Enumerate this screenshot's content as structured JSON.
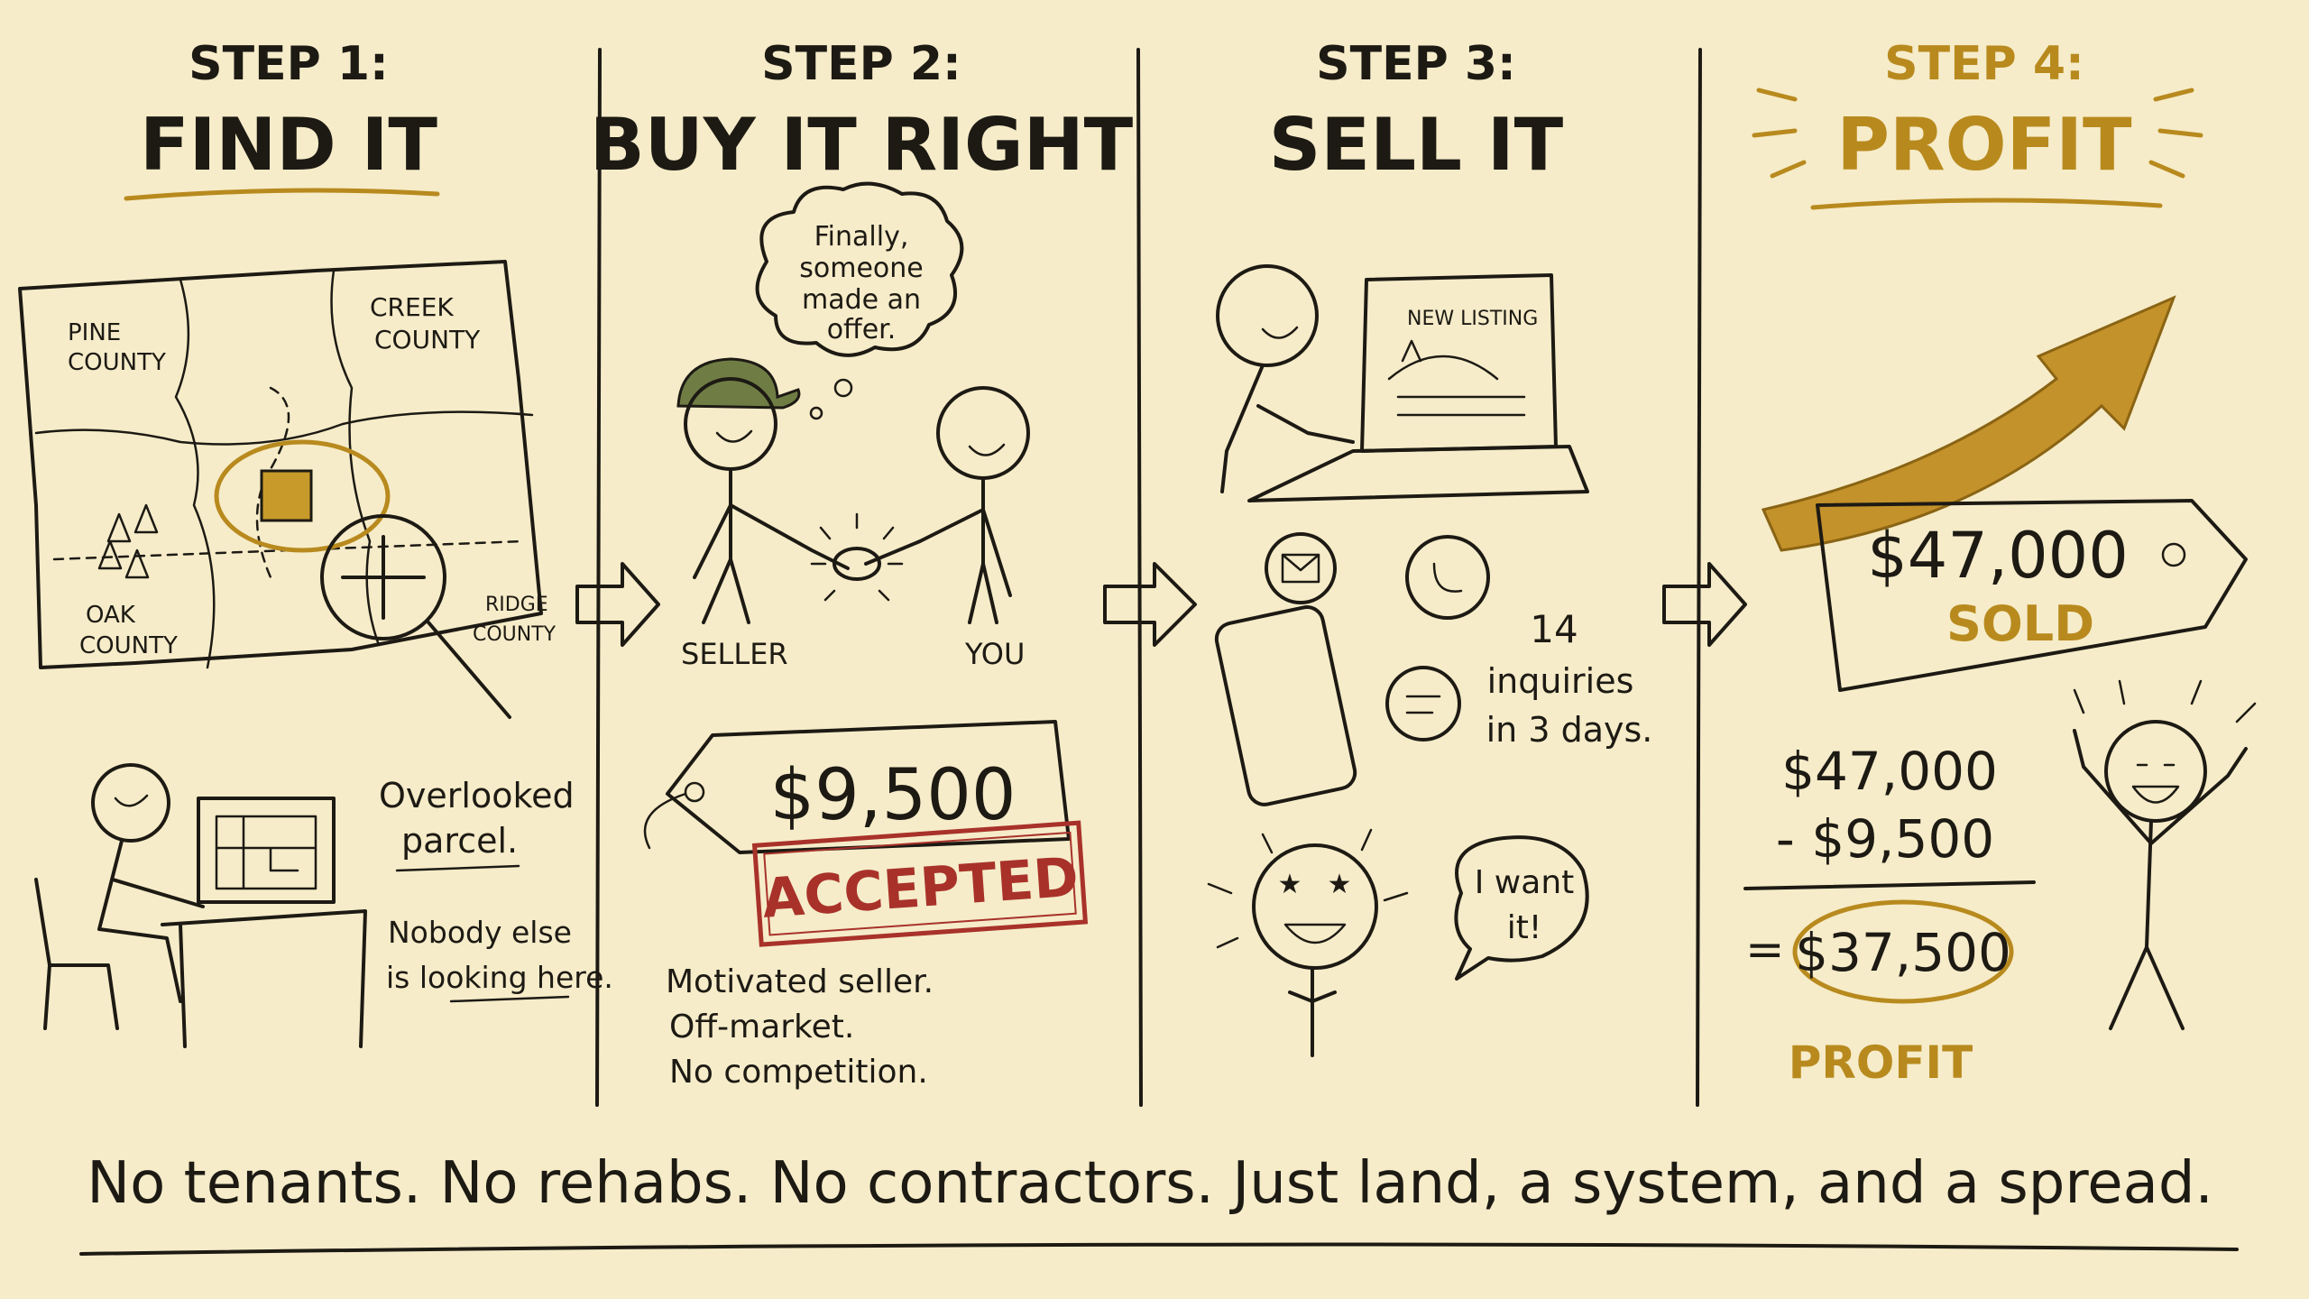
{
  "steps": [
    {
      "label": "STEP 1:",
      "title": "FIND IT"
    },
    {
      "label": "STEP 2:",
      "title": "BUY IT RIGHT"
    },
    {
      "label": "STEP 3:",
      "title": "SELL IT"
    },
    {
      "label": "STEP 4:",
      "title": "PROFIT"
    }
  ],
  "find": {
    "counties": {
      "pine": [
        "PINE",
        "COUNTY"
      ],
      "creek": [
        "CREEK",
        "COUNTY"
      ],
      "oak": [
        "OAK",
        "COUNTY"
      ],
      "ridge": [
        "RIDGE",
        "COUNTY"
      ]
    },
    "caption1": [
      "Overlooked",
      "parcel."
    ],
    "caption2": [
      "Nobody else",
      "is looking here."
    ]
  },
  "buy": {
    "thought": [
      "Finally,",
      "someone",
      "made an",
      "offer."
    ],
    "seller_label": "SELLER",
    "you_label": "YOU",
    "price": "$9,500",
    "stamp": "ACCEPTED",
    "notes": [
      "Motivated seller.",
      "Off-market.",
      "No competition."
    ]
  },
  "sell": {
    "listing": "NEW LISTING",
    "inquiries": [
      "14",
      "inquiries",
      "in 3 days."
    ],
    "speech": [
      "I want",
      "it!"
    ]
  },
  "profit": {
    "tag_price": "$47,000",
    "tag_status": "SOLD",
    "calc_line1": "$47,000",
    "calc_line2": "- $9,500",
    "calc_equals": "=",
    "calc_result": "$37,500",
    "result_label": "PROFIT"
  },
  "footer": "No tenants. No rehabs. No contractors. Just land, a system, and a spread.",
  "colors": {
    "background": "#f6ecc9",
    "ink": "#1d1a14",
    "gold": "#b88a1e",
    "stamp_red": "#a8322a"
  }
}
